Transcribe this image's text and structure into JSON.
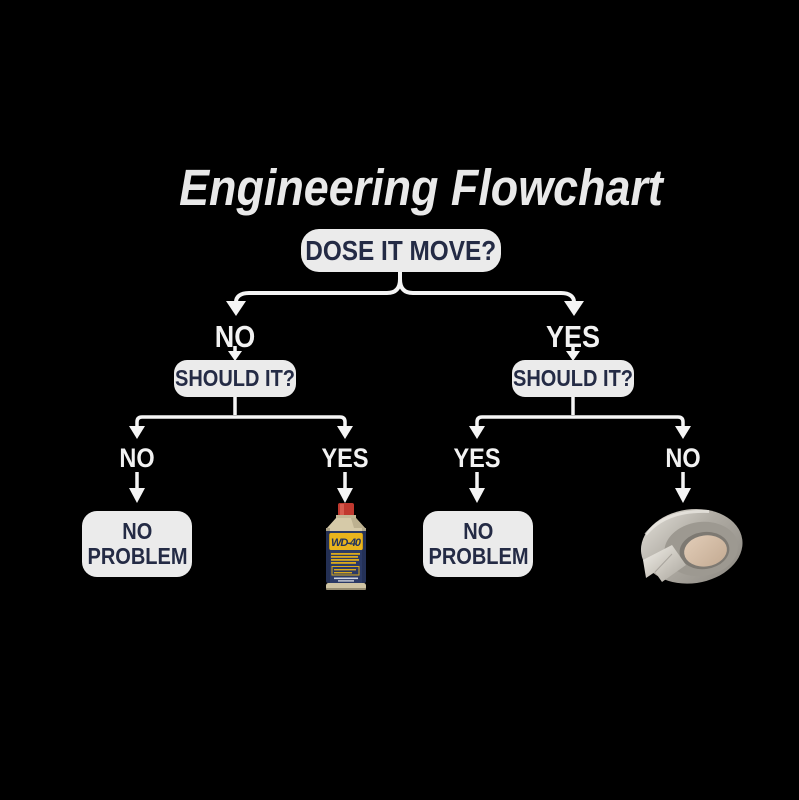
{
  "title": "Engineering Flowchart",
  "nodes": {
    "root": "DOSE IT MOVE?",
    "left_question": "SHOULD IT?",
    "right_question": "SHOULD IT?",
    "left_outcome_line1": "NO",
    "left_outcome_line2": "PROBLEM",
    "right_outcome_line1": "NO",
    "right_outcome_line2": "PROBLEM"
  },
  "branches": {
    "root_left": "NO",
    "root_right": "YES",
    "left_no": "NO",
    "left_yes": "YES",
    "right_yes": "YES",
    "right_no": "NO"
  },
  "images": {
    "wd40": {
      "name": "wd40-spray-can",
      "label": "WD-40"
    },
    "duct_tape": {
      "name": "duct-tape-roll"
    }
  },
  "colors": {
    "background": "#000000",
    "line": "#f5f5f5",
    "node_bg": "#ebebeb",
    "node_text": "#242b45",
    "label_text": "#f2f2f2",
    "title_text": "#e9e9e9",
    "wd40_red": "#c0392f",
    "wd40_yellow": "#e9b41d",
    "wd40_blue": "#2b3a66",
    "wd40_beige": "#d6caa8",
    "tape_silver": "#b0aca4",
    "tape_core": "#d3bda6"
  }
}
